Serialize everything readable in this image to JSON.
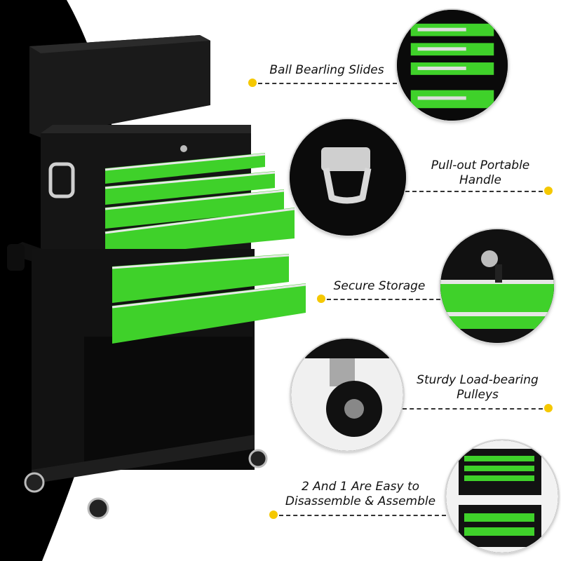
{
  "features": [
    {
      "id": "slides",
      "text": "Ball Bearling Slides",
      "icon": "ball-bearing-slides-icon"
    },
    {
      "id": "handle",
      "text": "Pull-out Portable Handle",
      "icon": "pull-out-handle-icon"
    },
    {
      "id": "storage",
      "text": "Secure Storage",
      "icon": "lock-key-icon"
    },
    {
      "id": "pulleys",
      "text": "Sturdy Load-bearing Pulleys",
      "icon": "caster-wheel-icon"
    },
    {
      "id": "assemble",
      "text": "2 And 1 Are Easy to Disassemble & Assemble",
      "icon": "two-in-one-cabinet-icon"
    }
  ],
  "lines": {
    "slides": [
      "Ball Bearling Slides"
    ],
    "handle": [
      "Pull-out Portable",
      "Handle"
    ],
    "storage": [
      "Secure Storage"
    ],
    "pulleys": [
      "Sturdy Load-bearing",
      "Pulleys"
    ],
    "assemble": [
      "2 And 1 Are Easy to",
      "Disassemble & Assemble"
    ]
  },
  "colors": {
    "accent_green": "#3fd12a",
    "cabinet_black": "#141414",
    "dot_yellow": "#f5c800",
    "background_dark": "#000000",
    "background_light": "#ffffff"
  }
}
